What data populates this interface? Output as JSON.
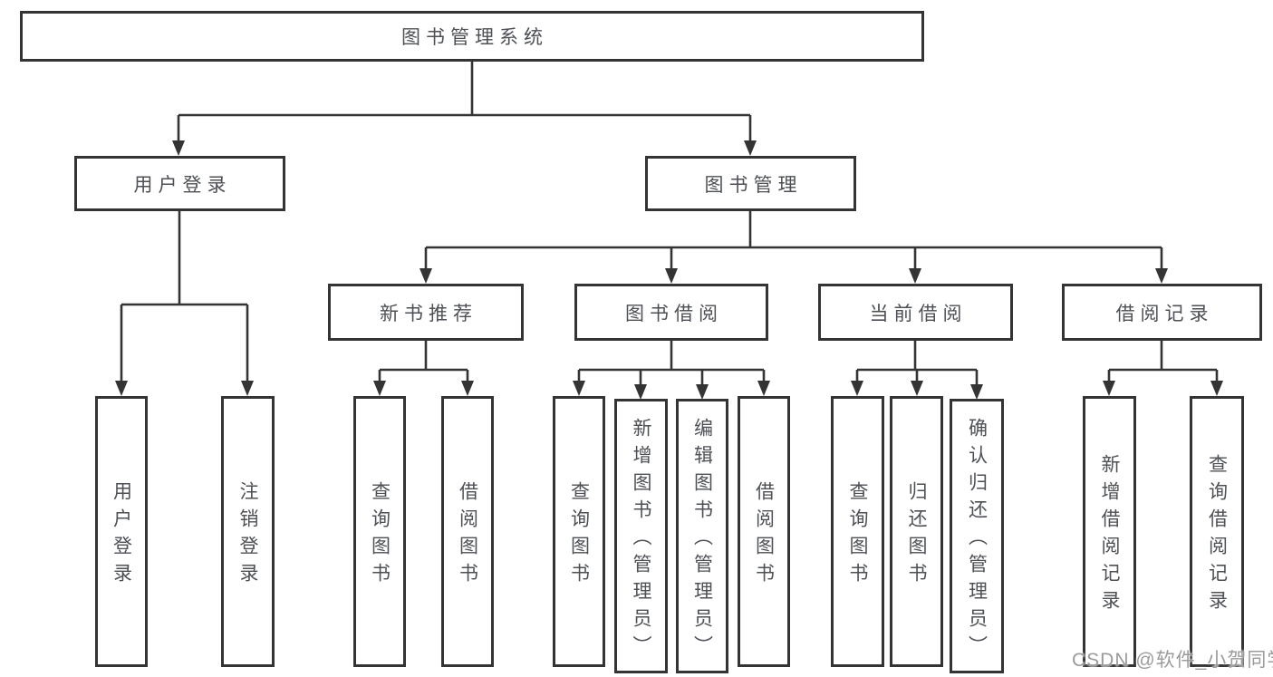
{
  "diagram": {
    "nodes": {
      "root": "图书管理系统",
      "user_login": "用户登录",
      "book_mgmt": "图书管理",
      "new_book_rec": "新书推荐",
      "book_borrow": "图书借阅",
      "current_borrow": "当前借阅",
      "borrow_record": "借阅记录",
      "ul_user_login": "用户登录",
      "ul_logout": "注销登录",
      "nb_query_book": "查询图书",
      "nb_borrow_book": "借阅图书",
      "bb_query_book": "查询图书",
      "bb_add_book": "新增图书（管理员）",
      "bb_edit_book": "编辑图书（管理员）",
      "bb_borrow_book": "借阅图书",
      "cb_query_book": "查询图书",
      "cb_return_book": "归还图书",
      "cb_confirm_return": "确认归还（管理员）",
      "br_add_record": "新增借阅记录",
      "br_query_record": "查询借阅记录"
    },
    "colors": {
      "line": "#343434",
      "text": "#4d5055",
      "background": "#ffffff",
      "watermark": "#9b9b9b"
    }
  },
  "watermark": "CSDN @软件_小贺同学"
}
